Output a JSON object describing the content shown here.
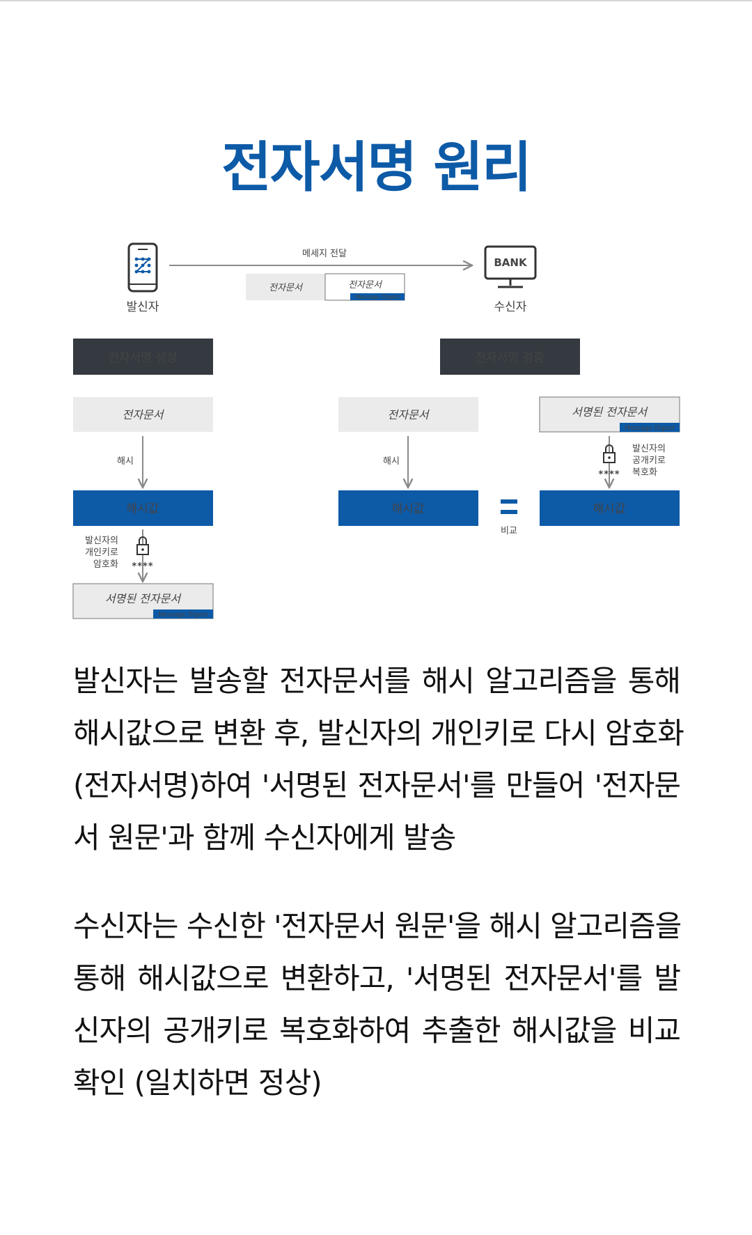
{
  "title": "전자서명 원리",
  "diagram": {
    "sender_label": "발신자",
    "receiver_label": "수신자",
    "bank_label": "BANK",
    "message_transfer": "메세지 전달",
    "doc": "전자문서",
    "message_digest": "Message Digest",
    "sign_create": "전자서명 생성",
    "sign_verify": "전자서명 검증",
    "signed_doc": "서명된 전자문서",
    "hash": "해시",
    "hash_value": "해시값",
    "compare": "비교",
    "password_mask": "****",
    "private_key_lines": [
      "발신자의",
      "개인키로",
      "암호화"
    ],
    "public_key_lines": [
      "발신자의",
      "공개키로",
      "복호화"
    ],
    "colors": {
      "navy": "#0d5aa7",
      "dark": "#343a40",
      "gray_box": "#ebebeb"
    }
  },
  "paragraphs": [
    {
      "lines": [
        "발신자는 발송할 전자문서를 해시 알고리즘을 통해",
        "해시값으로 변환 후, 발신자의 개인키로 다시 암호화",
        "(전자서명)하여 '서명된 전자문서'를 만들어 '전자문",
        "서 원문'과 함께 수신자에게 발송"
      ]
    },
    {
      "lines": [
        "수신자는 수신한 '전자문서 원문'을 해시 알고리즘을",
        "통해 해시값으로 변환하고, '서명된 전자문서'를 발",
        "신자의 공개키로 복호화하여 추출한 해시값을 비교",
        "확인 (일치하면 정상)"
      ]
    }
  ]
}
